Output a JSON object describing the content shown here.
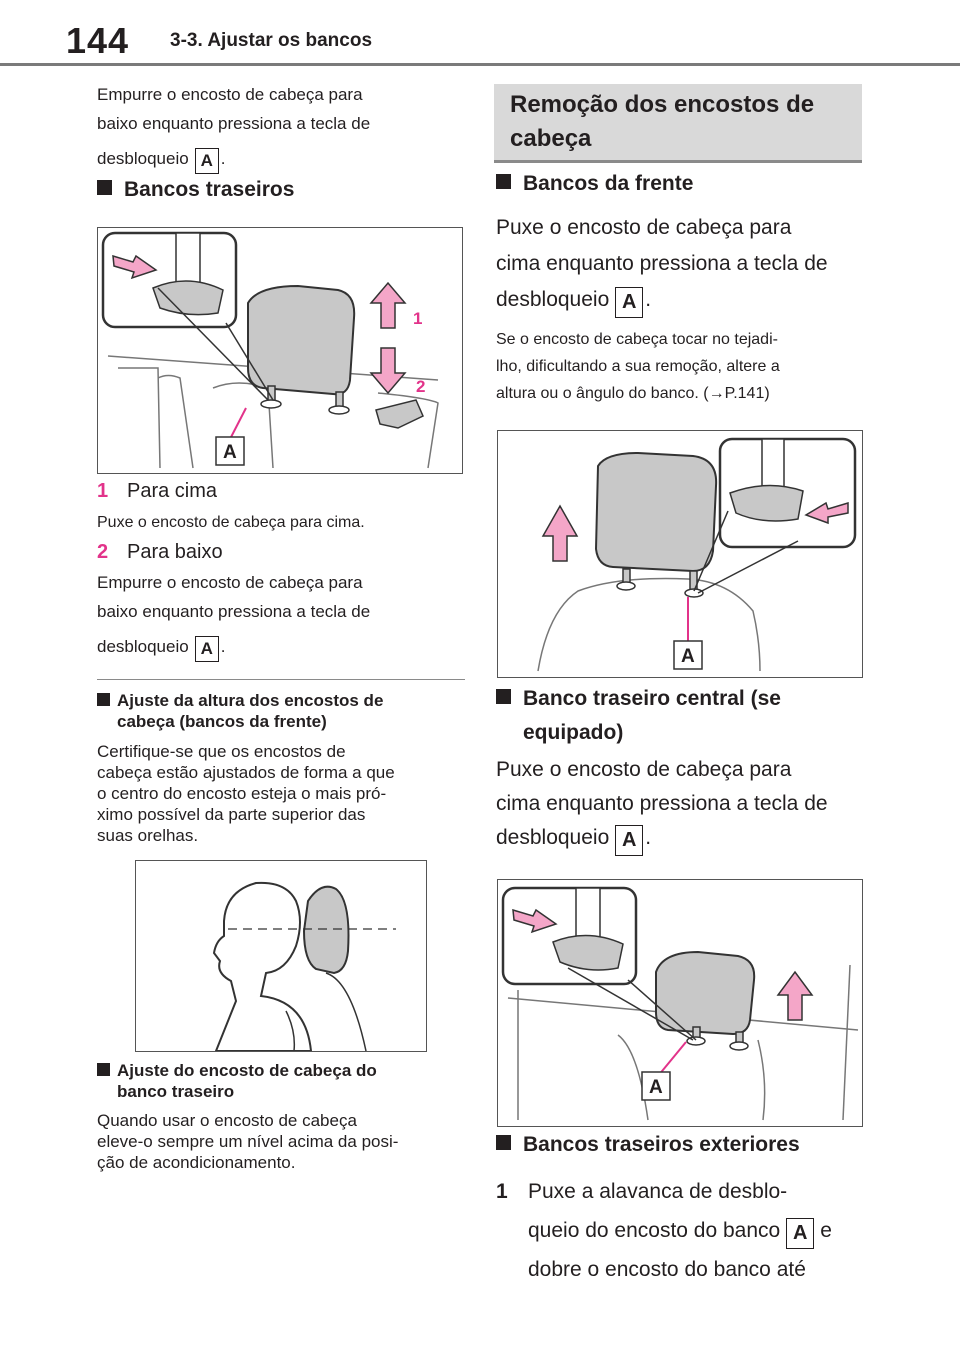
{
  "header": {
    "page_number": "144",
    "section": "3-3. Ajustar os bancos"
  },
  "left": {
    "intro_line1": "Empurre o encosto de cabeça para",
    "intro_line2": "baixo enquanto pressiona a tecla de",
    "intro_line3": "desbloqueio",
    "key_label": "A",
    "rear_heading": "Bancos traseiros",
    "fig1_label_up": "1",
    "fig1_label_down": "2",
    "fig1_callout": "A",
    "step1_num": "1",
    "step1_title": "Para cima",
    "step1_text": "Puxe o encosto de cabeça para cima.",
    "step2_num": "2",
    "step2_title": "Para baixo",
    "step2_line1": "Empurre o encosto de cabeça para",
    "step2_line2": "baixo enquanto pressiona a tecla de",
    "step2_line3": "desbloqueio",
    "height_heading_line1": "Ajuste da altura dos encostos de",
    "height_heading_line2": "cabeça (bancos da frente)",
    "height_text_1": "Certifique-se que os encostos de",
    "height_text_2": "cabeça estão ajustados de forma a que",
    "height_text_3": "o centro do encosto esteja o mais pró-",
    "height_text_4": "ximo possível da parte superior das",
    "height_text_5": "suas orelhas.",
    "rear_adj_heading_line1": "Ajuste do encosto de cabeça do",
    "rear_adj_heading_line2": "banco traseiro",
    "rear_adj_text_1": "Quando usar o encosto de cabeça",
    "rear_adj_text_2": "eleve-o sempre um nível acima da posi-",
    "rear_adj_text_3": "ção de acondicionamento."
  },
  "right": {
    "banner_line1": "Remoção dos encostos de",
    "banner_line2": "cabeça",
    "front_heading": "Bancos da frente",
    "front_line1": "Puxe o encosto de cabeça para",
    "front_line2": "cima enquanto pressiona a tecla de",
    "front_line3": "desbloqueio",
    "note_line1": "Se o encosto de cabeça tocar no tejadi-",
    "note_line2": "lho, dificultando a sua remoção, altere a",
    "note_line3": "altura ou o ângulo do banco. (→P.141)",
    "center_heading_line1": "Banco traseiro central (se",
    "center_heading_line2": "equipado)",
    "center_line1": "Puxe o encosto de cabeça para",
    "center_line2": "cima enquanto pressiona a tecla de",
    "center_line3": "desbloqueio",
    "outer_heading": "Bancos traseiros exteriores",
    "outer_step_num": "1",
    "outer_line1": "Puxe a alavanca de desblo-",
    "outer_line2": "queio do encosto do banco",
    "outer_line2_end": "e",
    "outer_line3": "dobre o encosto do banco até"
  },
  "colors": {
    "accent_pink": "#e2338a",
    "arrow_pink": "#f4a6c8",
    "banner_gray": "#d9d9d9",
    "headrest_gray": "#c8c8c8"
  }
}
